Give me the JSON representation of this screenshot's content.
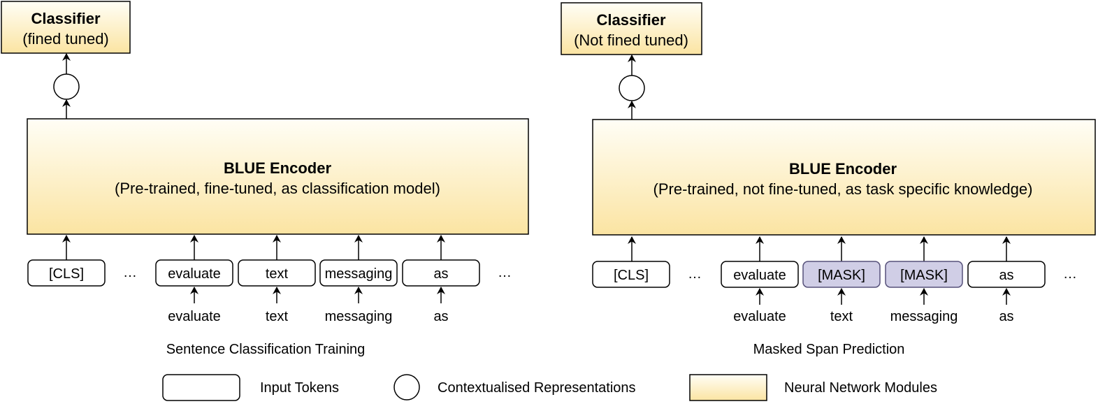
{
  "left": {
    "classifier": {
      "title": "Classifier",
      "subtitle": "(fined tuned)"
    },
    "encoder": {
      "title": "BLUE Encoder",
      "subtitle": "(Pre-trained, fine-tuned, as classification model)"
    },
    "tokens": [
      "[CLS]",
      "evaluate",
      "text",
      "messaging",
      "as"
    ],
    "inputs": [
      "evaluate",
      "text",
      "messaging",
      "as"
    ],
    "ellipsis": "…",
    "caption": "Sentence Classification Training"
  },
  "right": {
    "classifier": {
      "title": "Classifier",
      "subtitle": "(Not fined tuned)"
    },
    "encoder": {
      "title": "BLUE Encoder",
      "subtitle": "(Pre-trained, not fine-tuned, as task specific knowledge)"
    },
    "tokens": [
      "[CLS]",
      "evaluate",
      "[MASK]",
      "[MASK]",
      "as"
    ],
    "inputs": [
      "evaluate",
      "text",
      "messaging",
      "as"
    ],
    "ellipsis": "…",
    "caption": "Masked Span Prediction"
  },
  "legend": {
    "input_tokens": "Input Tokens",
    "contextualised": "Contextualised Representations",
    "modules": "Neural Network Modules"
  },
  "colors": {
    "module_top": "#fffef6",
    "module_bottom": "#fbe4a2",
    "mask_fill": "#d0cee6",
    "mask_stroke": "#56517a"
  }
}
